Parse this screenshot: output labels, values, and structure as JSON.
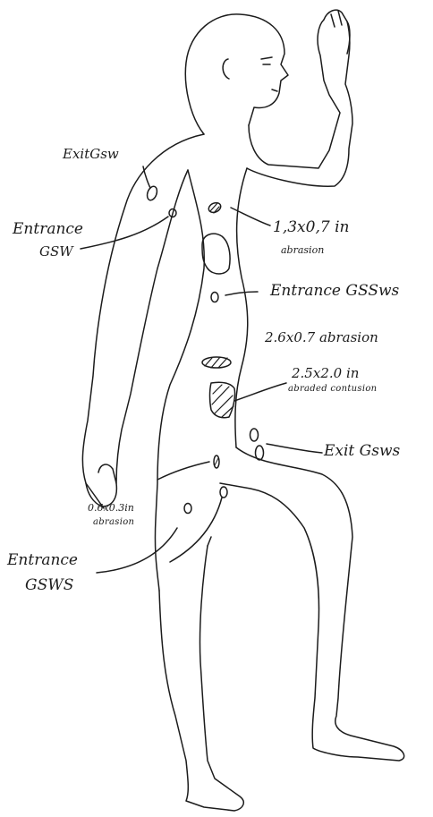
{
  "labels": {
    "exit_gsw_upper": "ExitGsw",
    "entrance_gsw_arm_line1": "Entrance",
    "entrance_gsw_arm_line2": "GSW",
    "abrasion_chest_line1": "1,3x0,7 in",
    "abrasion_chest_line2": "abrasion",
    "entrance_gsws_torso": "Entrance GSSws",
    "abrasion_abdomen": "2.6x0.7 abrasion",
    "contusion_line1": "2.5x2.0 in",
    "contusion_line2": "abraded contusion",
    "exit_gsws_thigh": "Exit Gsws",
    "abrasion_small_line1": "0.6x0.3in",
    "abrasion_small_line2": "abrasion",
    "entrance_gsws_leg_line1": "Entrance",
    "entrance_gsws_leg_line2": "GSWS"
  },
  "colors": {
    "ink": "#1c1c1c",
    "paper": "#ffffff"
  }
}
